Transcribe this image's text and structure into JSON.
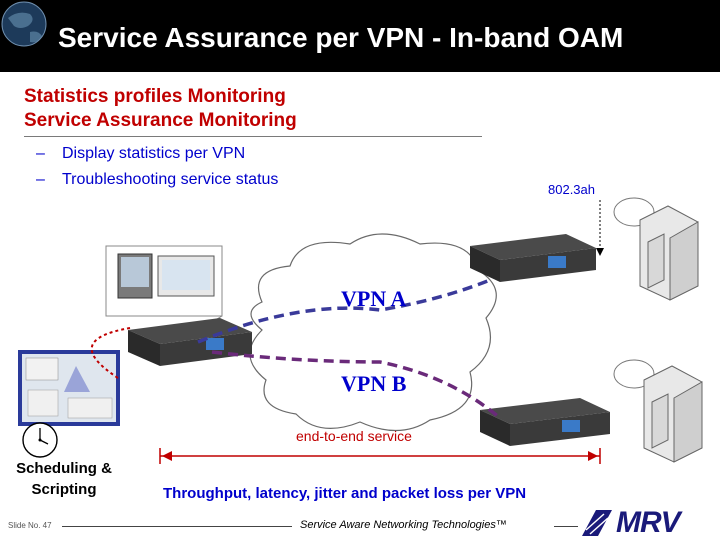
{
  "slide": {
    "title": "Service Assurance per VPN - In-band OAM",
    "headings": [
      "Statistics profiles Monitoring",
      "Service Assurance Monitoring"
    ],
    "bullets": [
      {
        "dash": "–",
        "text": "Display statistics per VPN"
      },
      {
        "dash": "–",
        "text": "Troubleshooting service status"
      }
    ]
  },
  "diagram": {
    "standard_label": "802.3ah",
    "vpn_a": "VPN A",
    "vpn_b": "VPN B",
    "end_to_end": "end-to-end service",
    "scheduling": "Scheduling & Scripting",
    "throughput": "Throughput, latency, jitter and packet loss per VPN",
    "icons": [
      "globe-icon",
      "clock-icon",
      "laptop-icon",
      "monitor-icon",
      "router-icon",
      "building-icon",
      "cloud-icon"
    ]
  },
  "footer": {
    "slide_no": "Slide No. 47",
    "tagline": "Service Aware Networking Technologies™",
    "logo": "MRV"
  },
  "colors": {
    "heading": "#c00000",
    "body": "#0000cc",
    "vpn_a_line": "#3a3a9a",
    "vpn_b_line": "#6a2a7a",
    "link_red": "#c00000"
  }
}
